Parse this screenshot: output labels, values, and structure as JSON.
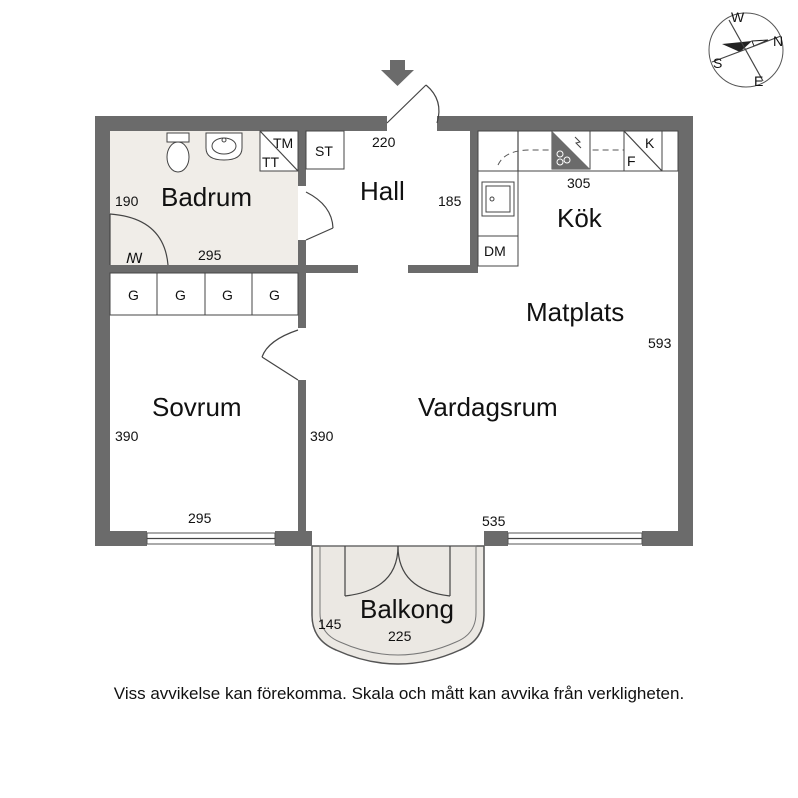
{
  "rooms": {
    "badrum": "Badrum",
    "hall": "Hall",
    "kok": "Kök",
    "matplats": "Matplats",
    "sovrum": "Sovrum",
    "vardagsrum": "Vardagsrum",
    "balkong": "Balkong"
  },
  "dimensions": {
    "badrum_height": "190",
    "badrum_width": "295",
    "hall_width": "220",
    "hall_height": "185",
    "kok_width": "305",
    "matplats_height": "593",
    "sovrum_height": "390",
    "sovrum_width": "295",
    "vardagsrum_height": "390",
    "vardagsrum_width": "535",
    "balkong_depth": "145",
    "balkong_width": "225"
  },
  "fixtures": {
    "tm": "TM",
    "tt": "TT",
    "st": "ST",
    "dm": "DM",
    "f": "F",
    "k": "K",
    "wardrobes": [
      "G",
      "G",
      "G",
      "G"
    ]
  },
  "compass": {
    "n": "N",
    "s": "S",
    "w": "W",
    "e": "E"
  },
  "disclaimer": "Viss avvikelse kan förekomma. Skala och mått kan avvika från verkligheten.",
  "colors": {
    "wall": "#6b6b6b",
    "wet_floor": "#f0ede8",
    "balcony_floor": "#ebe8e3"
  }
}
